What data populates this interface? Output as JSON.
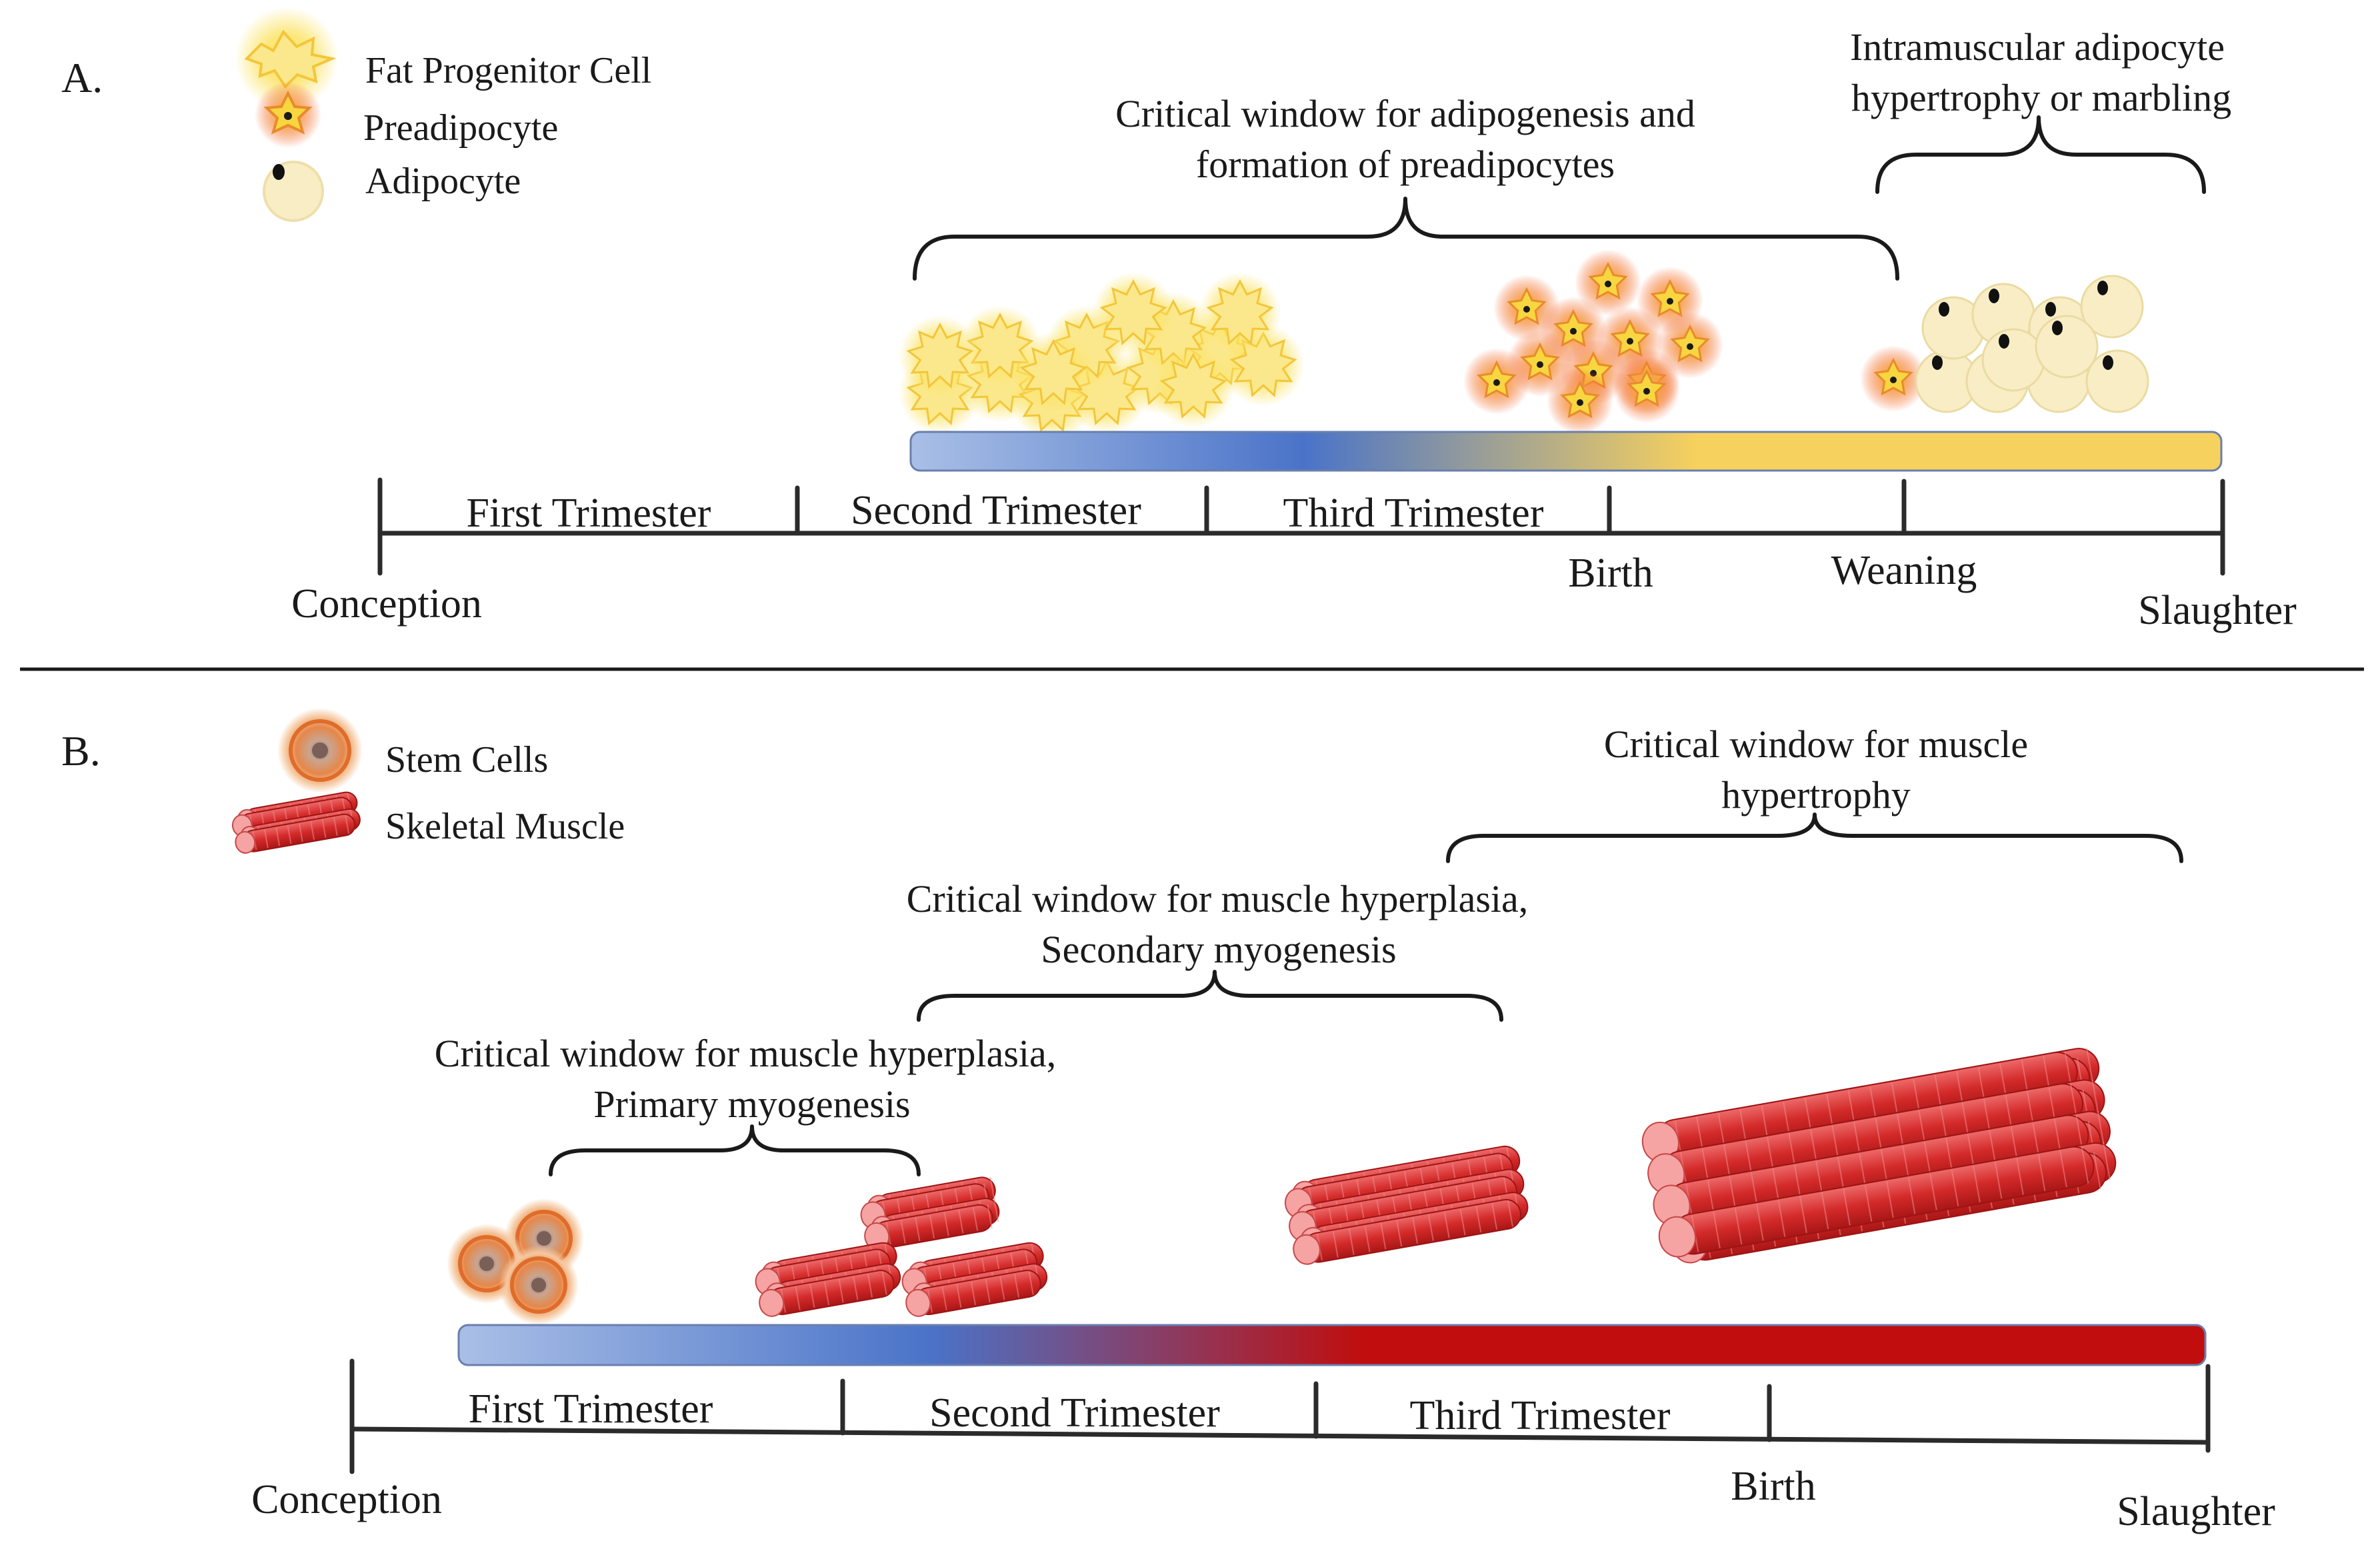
{
  "panel_a": {
    "label": "A.",
    "legend": {
      "fat_progenitor": "Fat Progenitor Cell",
      "preadipocyte": "Preadipocyte",
      "adipocyte": "Adipocyte"
    },
    "windows": {
      "adipogenesis_line1": "Critical window for adipogenesis and",
      "adipogenesis_line2": "formation of preadipocytes",
      "marbling_line1": "Intramuscular adipocyte",
      "marbling_line2": "hypertrophy or marbling"
    },
    "timeline": {
      "first_trimester": "First Trimester",
      "second_trimester": "Second Trimester",
      "third_trimester": "Third Trimester",
      "conception": "Conception",
      "birth": "Birth",
      "weaning": "Weaning",
      "slaughter": "Slaughter"
    }
  },
  "panel_b": {
    "label": "B.",
    "legend": {
      "stem_cells": "Stem Cells",
      "skeletal_muscle": "Skeletal Muscle"
    },
    "windows": {
      "hypertrophy_line1": "Critical window for muscle",
      "hypertrophy_line2": "hypertrophy",
      "secondary_line1": "Critical window for muscle hyperplasia,",
      "secondary_line2": "Secondary myogenesis",
      "primary_line1": "Critical window for muscle hyperplasia,",
      "primary_line2": "Primary myogenesis"
    },
    "timeline": {
      "first_trimester": "First Trimester",
      "second_trimester": "Second Trimester",
      "third_trimester": "Third Trimester",
      "conception": "Conception",
      "birth": "Birth",
      "slaughter": "Slaughter"
    }
  },
  "colors": {
    "blue": "#4a73c8",
    "light_blue": "#a9bfe6",
    "yellow": "#f7d15e",
    "red": "#c10d0d",
    "muscle_red": "#d63232",
    "stem_orange": "#e8843c",
    "fat_cell": "#f9edc5"
  }
}
